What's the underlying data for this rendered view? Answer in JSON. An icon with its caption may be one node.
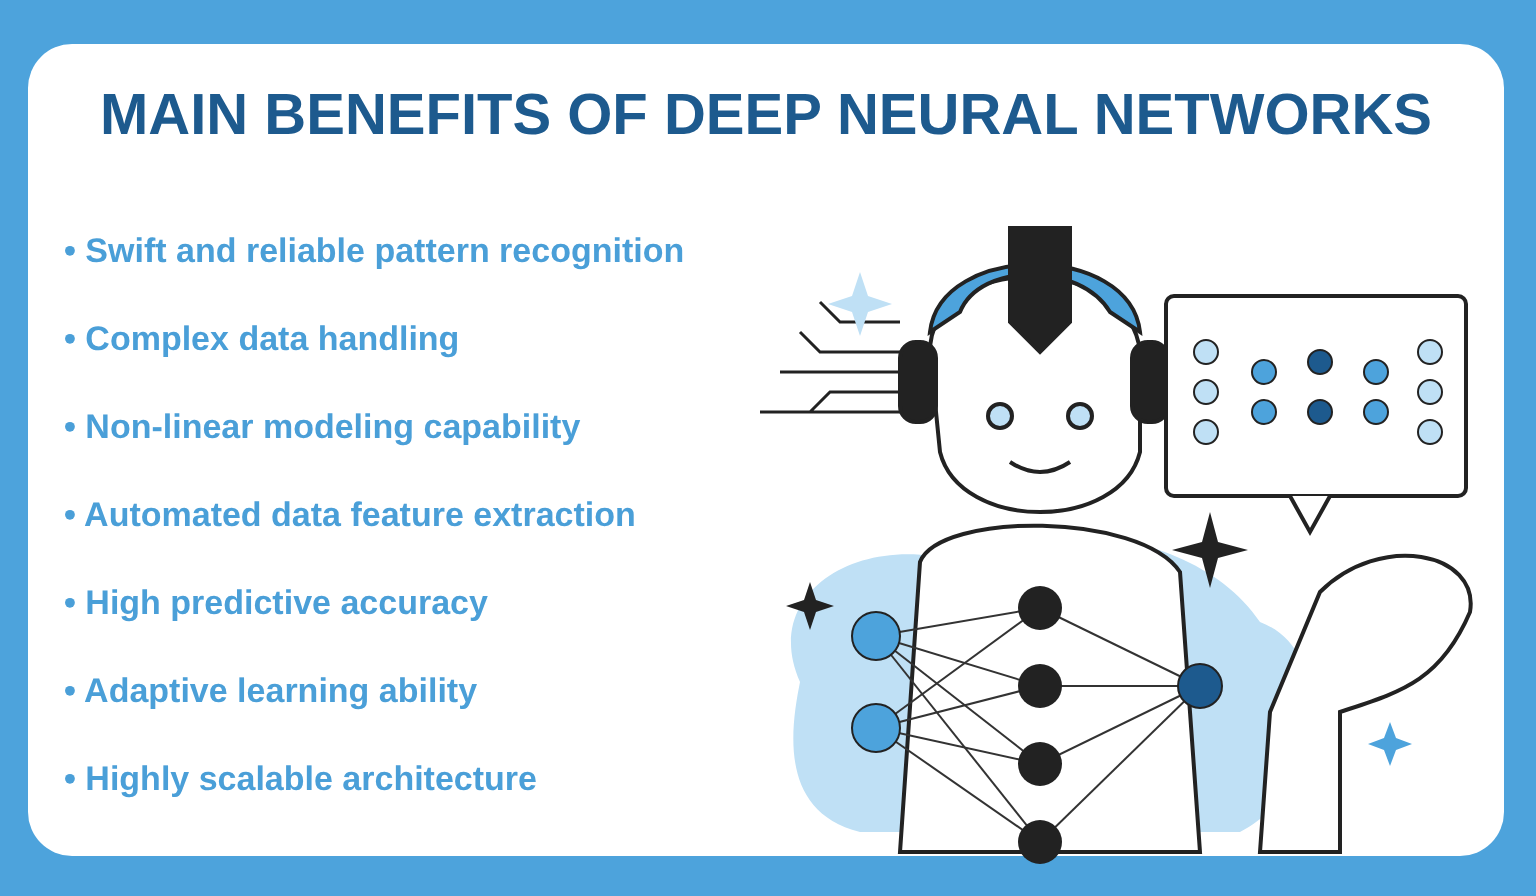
{
  "diagram": {
    "title": "MAIN BENEFITS OF DEEP NEURAL NETWORKS",
    "labels": [
      "• Swift and reliable pattern recognition",
      "• Complex data handling",
      "• Non-linear modeling capability",
      "• Automated data feature extraction",
      "• High predictive accuracy",
      "• Adaptive learning ability",
      "• Highly scalable architecture"
    ]
  }
}
